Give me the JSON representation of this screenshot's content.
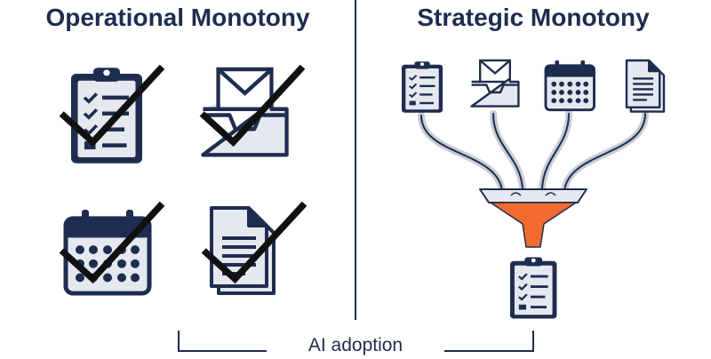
{
  "panels": {
    "left_title": "Operational Monotony",
    "right_title": "Strategic Monotony"
  },
  "caption": "AI adoption",
  "colors": {
    "navy": "#1e2d4f",
    "light_gray": "#e5e8ee",
    "pipe_gray": "#c8cdd6",
    "funnel_orange": "#f26b2e"
  },
  "icons": {
    "left": [
      "clipboard-checklist-icon",
      "inbox-envelope-icon",
      "calendar-icon",
      "documents-icon"
    ],
    "right_inputs": [
      "clipboard-checklist-icon",
      "inbox-envelope-icon",
      "calendar-icon",
      "documents-icon"
    ],
    "funnel": "funnel-icon",
    "output": "clipboard-checklist-icon",
    "overlay": "checkmark-icon"
  }
}
